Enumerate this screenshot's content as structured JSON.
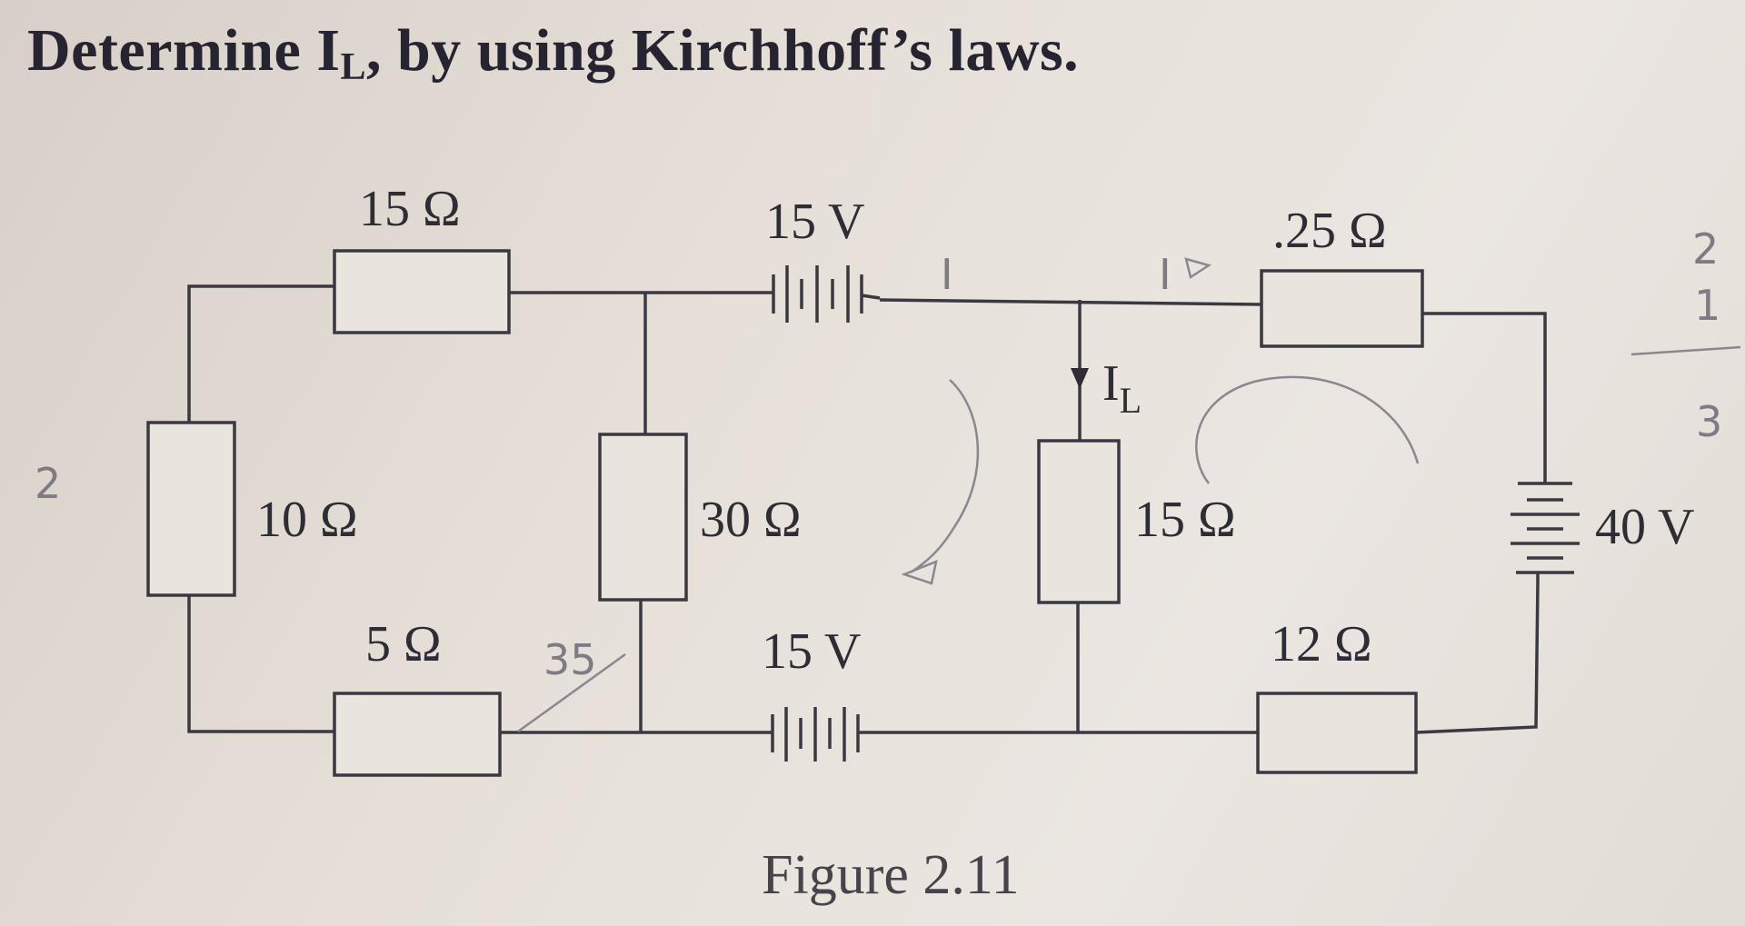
{
  "question": {
    "prefix": "Determine I",
    "sub": "L",
    "suffix": ", by using Kirchhoff’s laws."
  },
  "figure_caption": "Figure 2.11",
  "labels": {
    "r_top_left": "15 Ω",
    "v_top": "15 V",
    "r_top_right": ".25 Ω",
    "r_left": "10 Ω",
    "r_mid": "30 Ω",
    "r_load": "15 Ω",
    "v_right": "40 V",
    "r_bottom_left": "5 Ω",
    "v_bottom": "15 V",
    "r_bottom_right": "12 Ω",
    "current_load_main": "I",
    "current_load_sub": "L"
  },
  "handwritten": {
    "i_top": "I",
    "i_top_right": "I",
    "left_note": "2",
    "bottom_left_note": "35",
    "right_2": "2",
    "right_1": "1",
    "right_3": "3"
  }
}
